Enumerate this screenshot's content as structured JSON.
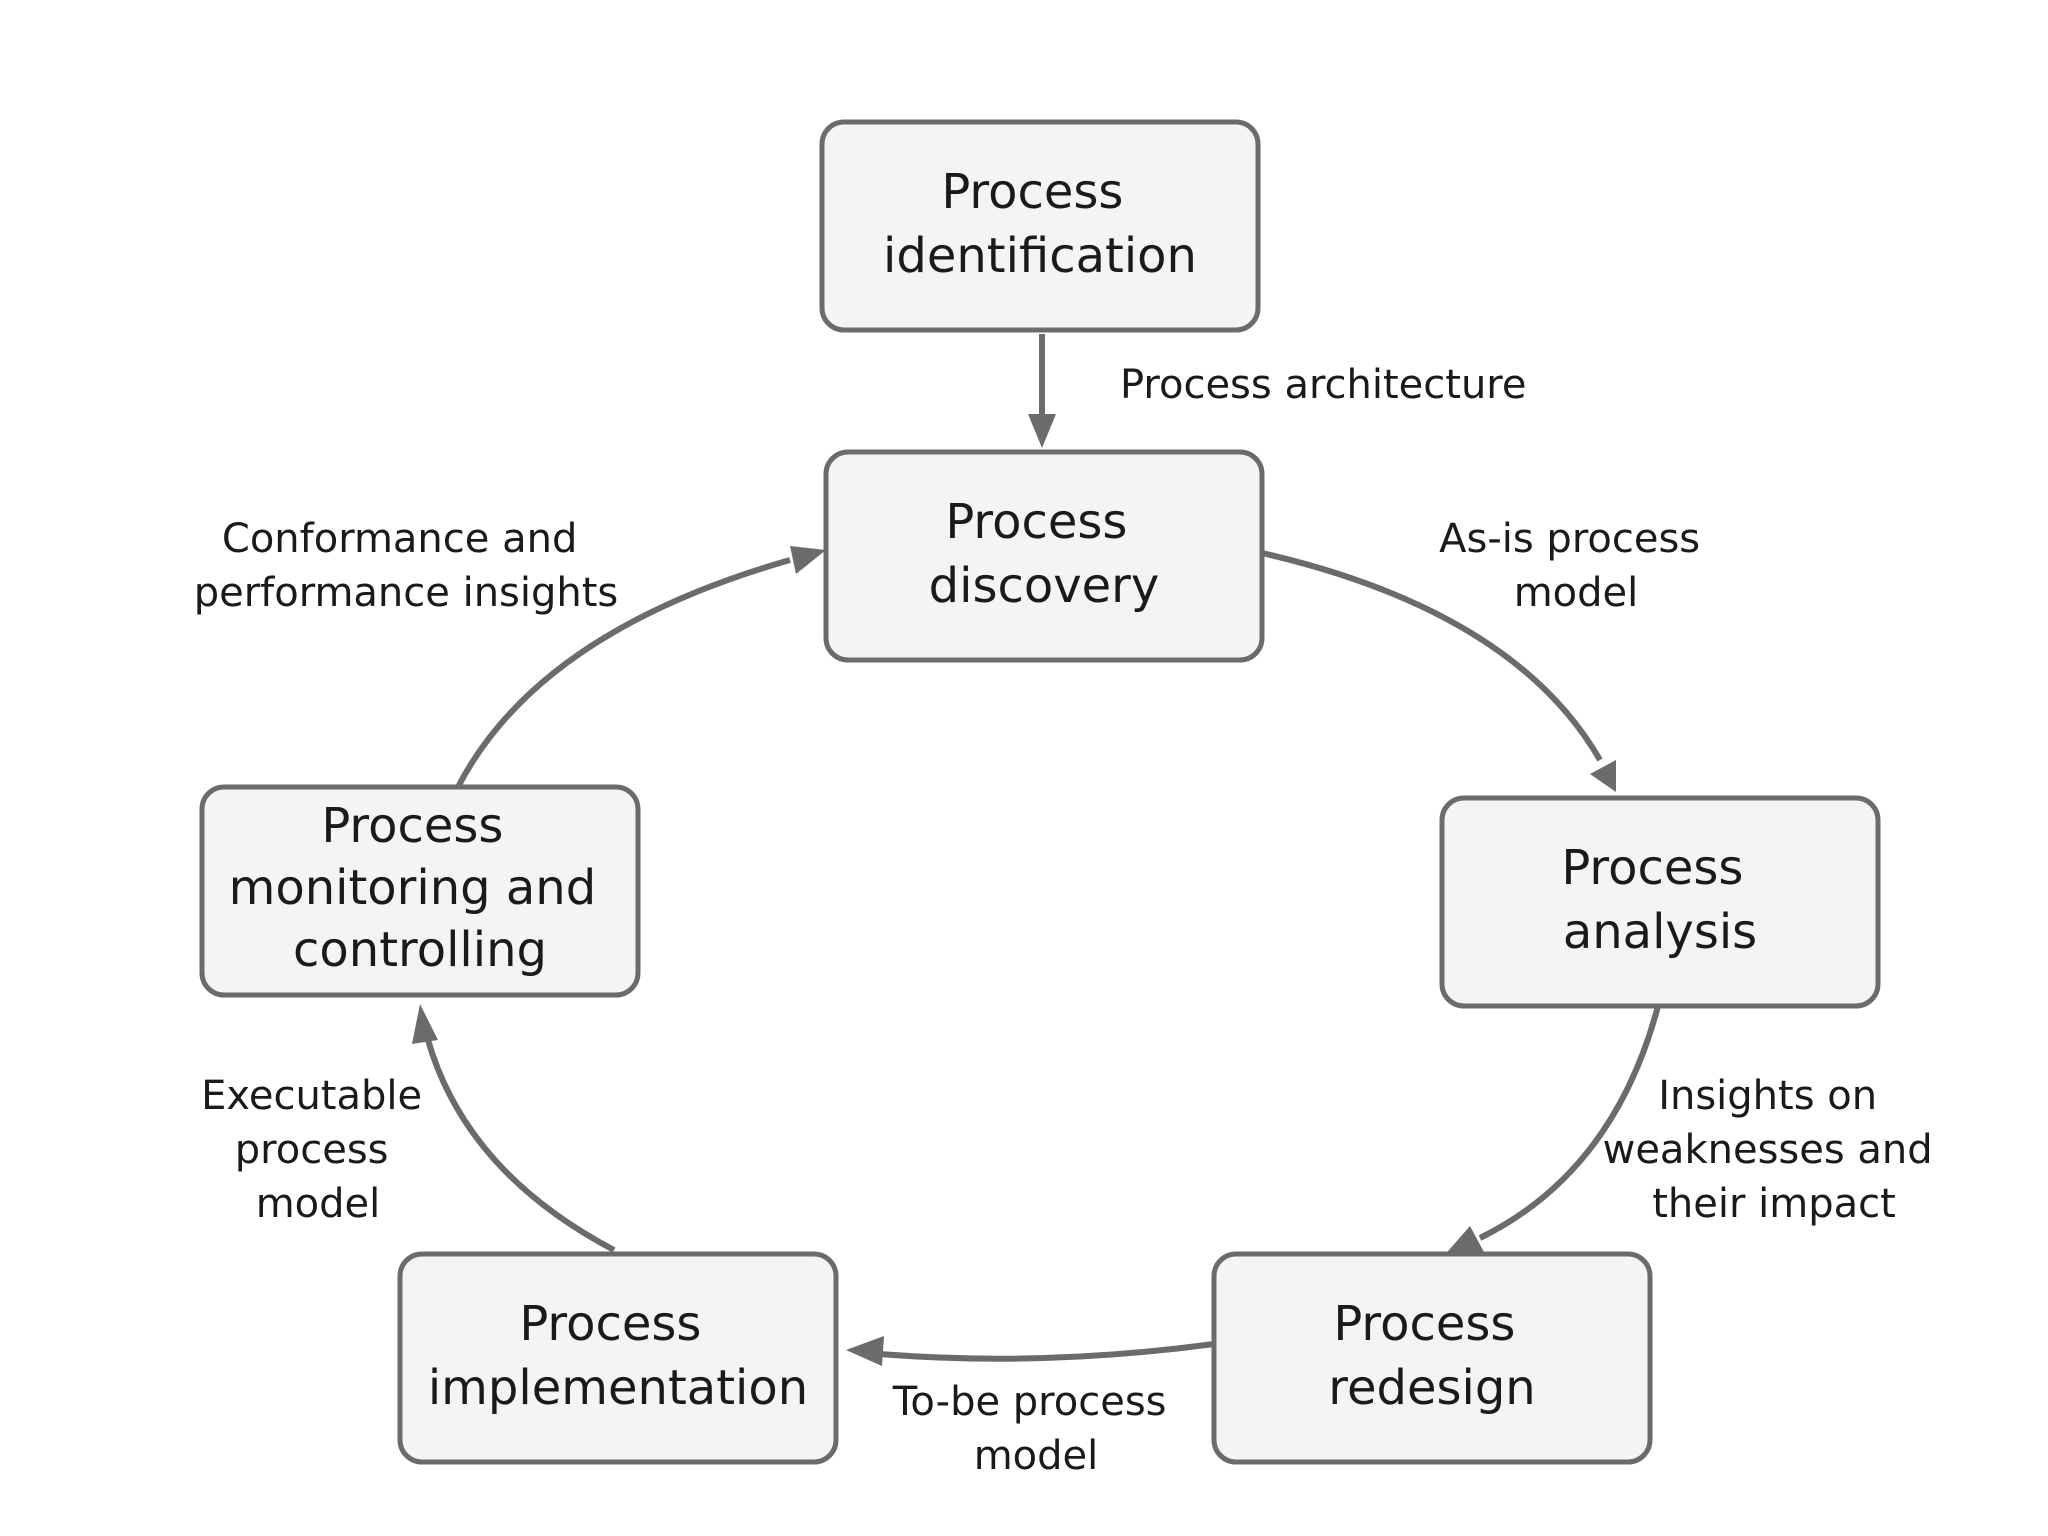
{
  "nodes": {
    "identification": {
      "lines": [
        "Process",
        "identification"
      ]
    },
    "discovery": {
      "lines": [
        "Process",
        "discovery"
      ]
    },
    "analysis": {
      "lines": [
        "Process",
        "analysis"
      ]
    },
    "redesign": {
      "lines": [
        "Process",
        "redesign"
      ]
    },
    "implementation": {
      "lines": [
        "Process",
        "implementation"
      ]
    },
    "monitoring": {
      "lines": [
        "Process",
        "monitoring and",
        "controlling"
      ]
    }
  },
  "edges": {
    "identification_to_discovery": {
      "from": "identification",
      "to": "discovery",
      "label_lines": [
        "Process architecture"
      ]
    },
    "discovery_to_analysis": {
      "from": "discovery",
      "to": "analysis",
      "label_lines": [
        "As-is process",
        "model"
      ]
    },
    "analysis_to_redesign": {
      "from": "analysis",
      "to": "redesign",
      "label_lines": [
        "Insights on",
        "weaknesses and",
        "their impact"
      ]
    },
    "redesign_to_implementation": {
      "from": "redesign",
      "to": "implementation",
      "label_lines": [
        "To-be process",
        "model"
      ]
    },
    "implementation_to_monitoring": {
      "from": "implementation",
      "to": "monitoring",
      "label_lines": [
        "Executable",
        "process",
        "model"
      ]
    },
    "monitoring_to_discovery": {
      "from": "monitoring",
      "to": "discovery",
      "label_lines": [
        "Conformance and",
        "performance insights"
      ]
    }
  },
  "colors": {
    "box_fill": "#f4f4f4",
    "box_stroke": "#6b6b6b",
    "edge": "#6b6b6b",
    "text": "#1a1a1a",
    "background": "#ffffff"
  }
}
